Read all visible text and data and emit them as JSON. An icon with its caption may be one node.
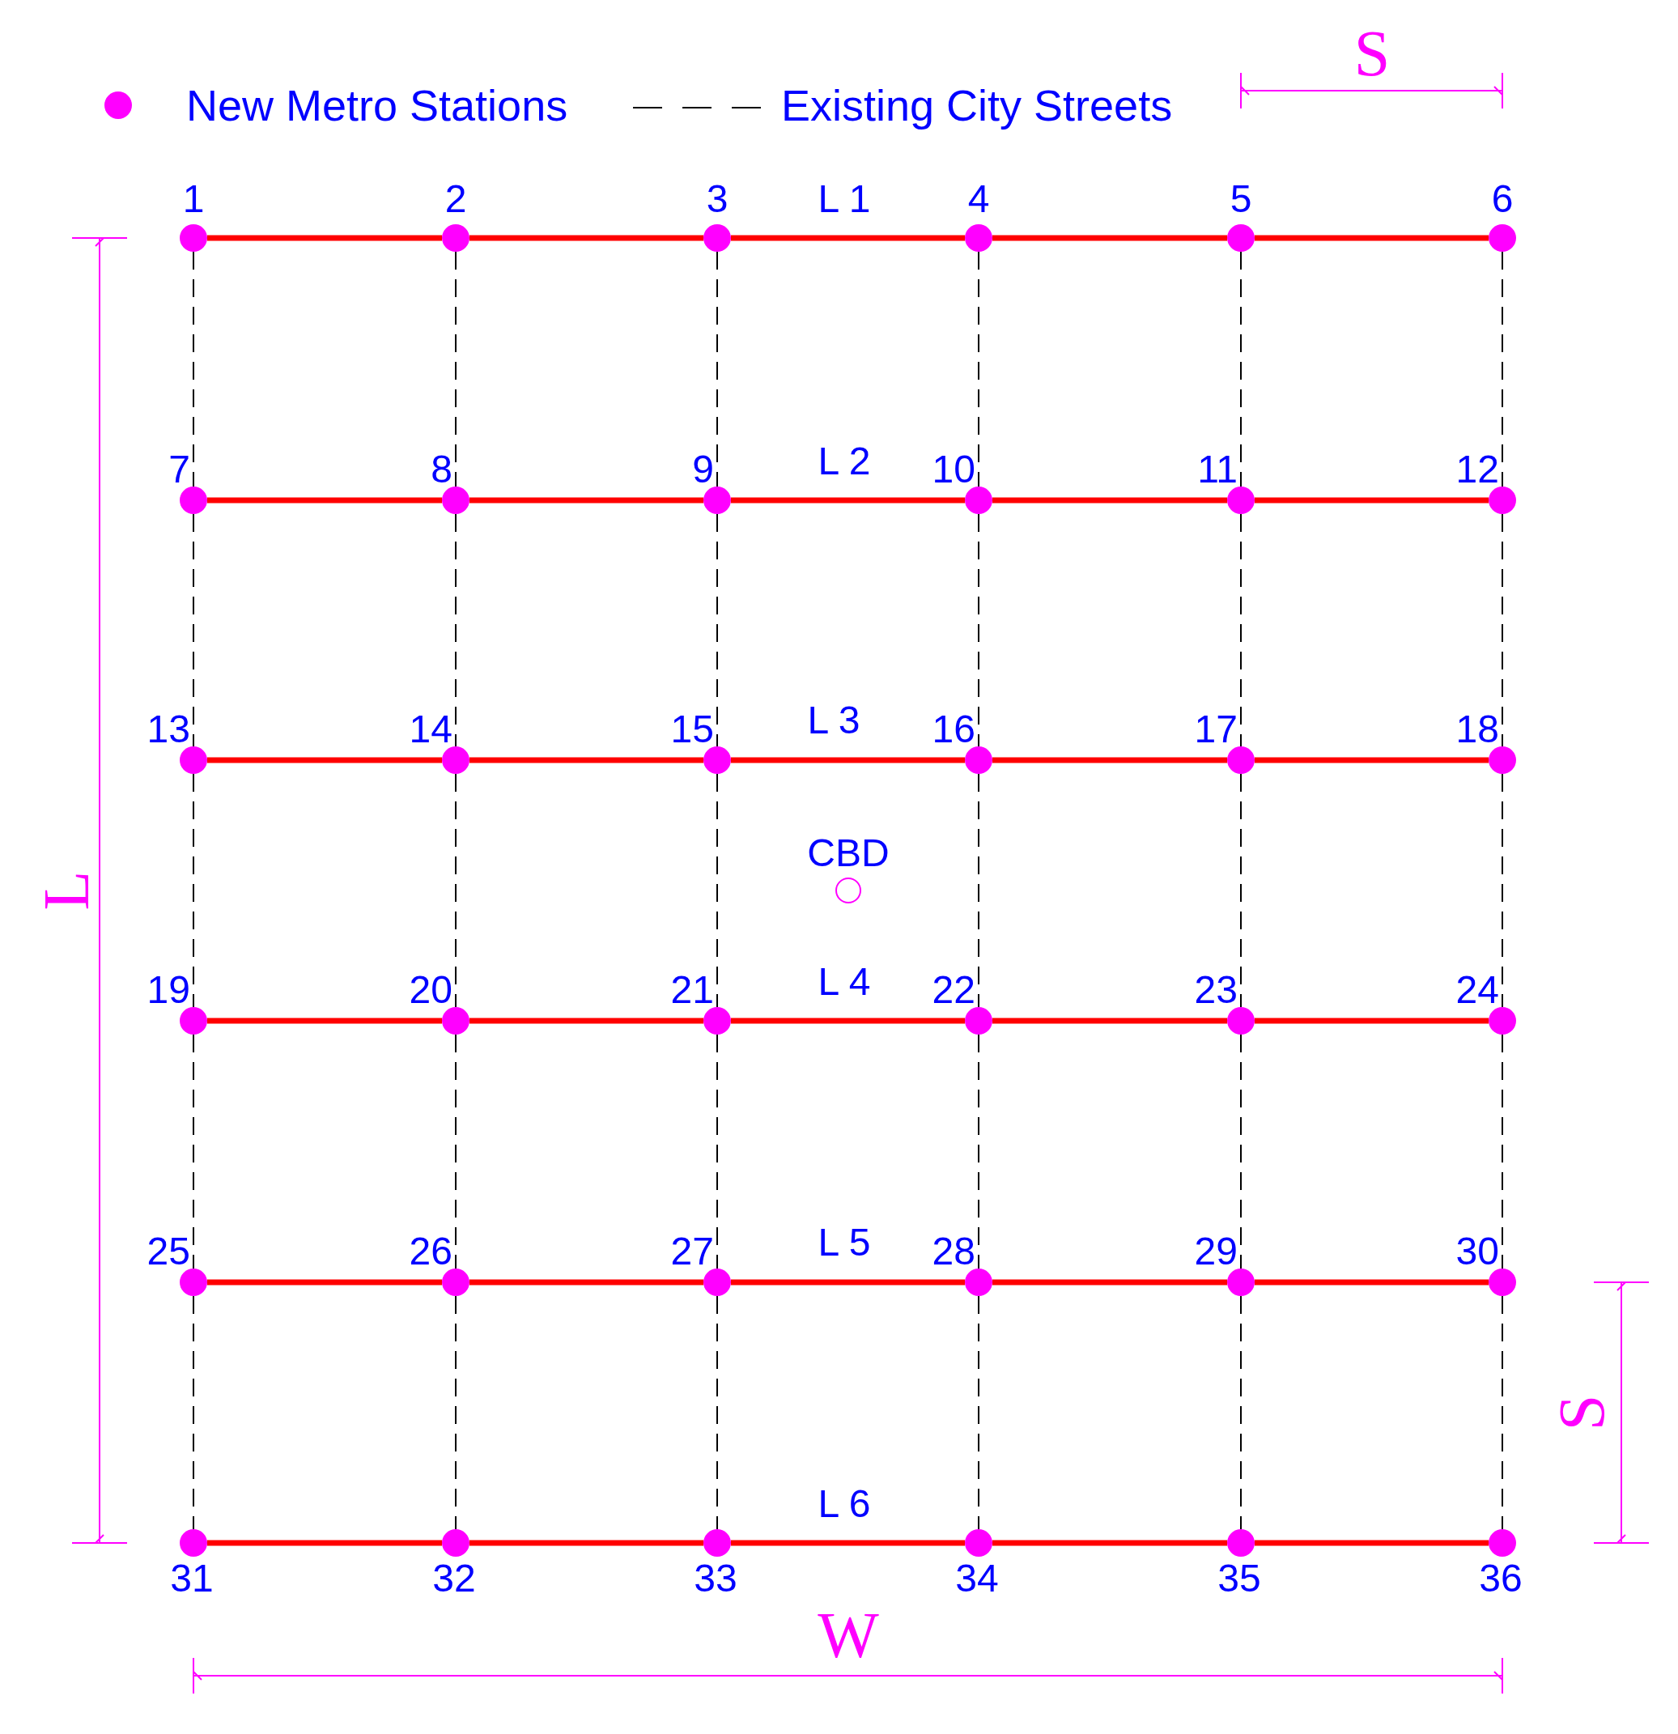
{
  "diagram": {
    "nodes": [
      {
        "text": [
          "1"
        ]
      },
      {
        "text": [
          "2"
        ]
      },
      {
        "text": [
          "3"
        ]
      },
      {
        "text": [
          "4"
        ]
      },
      {
        "text": [
          "5"
        ]
      },
      {
        "text": [
          "6"
        ]
      },
      {
        "text": [
          "7"
        ]
      },
      {
        "text": [
          "8"
        ]
      },
      {
        "text": [
          "9"
        ]
      },
      {
        "text": [
          "10"
        ]
      },
      {
        "text": [
          "11"
        ]
      },
      {
        "text": [
          "12"
        ]
      },
      {
        "text": [
          "13"
        ]
      },
      {
        "text": [
          "14"
        ]
      },
      {
        "text": [
          "15"
        ]
      },
      {
        "text": [
          "16"
        ]
      },
      {
        "text": [
          "17"
        ]
      },
      {
        "text": [
          "18"
        ]
      },
      {
        "text": [
          "19"
        ]
      },
      {
        "text": [
          "20"
        ]
      },
      {
        "text": [
          "21"
        ]
      },
      {
        "text": [
          "22"
        ]
      },
      {
        "text": [
          "23"
        ]
      },
      {
        "text": [
          "24"
        ]
      },
      {
        "text": [
          "25"
        ]
      },
      {
        "text": [
          "26"
        ]
      },
      {
        "text": [
          "27"
        ]
      },
      {
        "text": [
          "28"
        ]
      },
      {
        "text": [
          "29"
        ]
      },
      {
        "text": [
          "30"
        ]
      },
      {
        "text": [
          "31"
        ]
      },
      {
        "text": [
          "32"
        ]
      },
      {
        "text": [
          "33"
        ]
      },
      {
        "text": [
          "34"
        ]
      },
      {
        "text": [
          "35"
        ]
      },
      {
        "text": [
          "36"
        ]
      },
      {
        "text": [
          "CBD"
        ]
      }
    ],
    "edges": [
      {
        "from": 0,
        "to": 1,
        "arrow": "none",
        "style": "thick",
        "color": "#ff0000"
      },
      {
        "from": 1,
        "to": 2,
        "arrow": "none",
        "style": "thick",
        "color": "#ff0000"
      },
      {
        "from": 2,
        "to": 3,
        "arrow": "none",
        "style": "thick",
        "color": "#ff0000"
      },
      {
        "from": 3,
        "to": 4,
        "arrow": "none",
        "style": "thick",
        "color": "#ff0000"
      },
      {
        "from": 4,
        "to": 5,
        "arrow": "none",
        "style": "thick",
        "color": "#ff0000"
      },
      {
        "from": 6,
        "to": 7,
        "arrow": "none",
        "style": "thick",
        "color": "#ff0000"
      },
      {
        "from": 7,
        "to": 8,
        "arrow": "none",
        "style": "thick",
        "color": "#ff0000"
      },
      {
        "from": 8,
        "to": 9,
        "arrow": "none",
        "style": "thick",
        "color": "#ff0000"
      },
      {
        "from": 9,
        "to": 10,
        "arrow": "none",
        "style": "thick",
        "color": "#ff0000"
      },
      {
        "from": 10,
        "to": 11,
        "arrow": "none",
        "style": "thick",
        "color": "#ff0000"
      },
      {
        "from": 12,
        "to": 13,
        "arrow": "none",
        "style": "thick",
        "color": "#ff0000"
      },
      {
        "from": 13,
        "to": 14,
        "arrow": "none",
        "style": "thick",
        "color": "#ff0000"
      },
      {
        "from": 14,
        "to": 15,
        "arrow": "none",
        "style": "thick",
        "color": "#ff0000"
      },
      {
        "from": 15,
        "to": 16,
        "arrow": "none",
        "style": "thick",
        "color": "#ff0000"
      },
      {
        "from": 16,
        "to": 17,
        "arrow": "none",
        "style": "thick",
        "color": "#ff0000"
      },
      {
        "from": 18,
        "to": 19,
        "arrow": "none",
        "style": "thick",
        "color": "#ff0000"
      },
      {
        "from": 19,
        "to": 20,
        "arrow": "none",
        "style": "thick",
        "color": "#ff0000"
      },
      {
        "from": 20,
        "to": 21,
        "arrow": "none",
        "style": "thick",
        "color": "#ff0000"
      },
      {
        "from": 21,
        "to": 22,
        "arrow": "none",
        "style": "thick",
        "color": "#ff0000"
      },
      {
        "from": 22,
        "to": 23,
        "arrow": "none",
        "style": "thick",
        "color": "#ff0000"
      },
      {
        "from": 24,
        "to": 25,
        "arrow": "none",
        "style": "thick",
        "color": "#ff0000"
      },
      {
        "from": 25,
        "to": 26,
        "arrow": "none",
        "style": "thick",
        "color": "#ff0000"
      },
      {
        "from": 26,
        "to": 27,
        "arrow": "none",
        "style": "thick",
        "color": "#ff0000"
      },
      {
        "from": 27,
        "to": 28,
        "arrow": "none",
        "style": "thick",
        "color": "#ff0000"
      },
      {
        "from": 28,
        "to": 29,
        "arrow": "none",
        "style": "thick",
        "color": "#ff0000"
      },
      {
        "from": 30,
        "to": 31,
        "arrow": "none",
        "style": "thick",
        "color": "#ff0000"
      },
      {
        "from": 31,
        "to": 32,
        "arrow": "none",
        "style": "thick",
        "color": "#ff0000"
      },
      {
        "from": 32,
        "to": 33,
        "arrow": "none",
        "style": "thick",
        "color": "#ff0000"
      },
      {
        "from": 33,
        "to": 34,
        "arrow": "none",
        "style": "thick",
        "color": "#ff0000"
      },
      {
        "from": 34,
        "to": 35,
        "arrow": "none",
        "style": "thick",
        "color": "#ff0000"
      },
      {
        "from": 0,
        "to": 6,
        "arrow": "none",
        "style": "dashed",
        "color": "#000000"
      },
      {
        "from": 6,
        "to": 12,
        "arrow": "none",
        "style": "dashed",
        "color": "#000000"
      },
      {
        "from": 12,
        "to": 18,
        "arrow": "none",
        "style": "dashed",
        "color": "#000000"
      },
      {
        "from": 18,
        "to": 24,
        "arrow": "none",
        "style": "dashed",
        "color": "#000000"
      },
      {
        "from": 24,
        "to": 30,
        "arrow": "none",
        "style": "dashed",
        "color": "#000000"
      },
      {
        "from": 1,
        "to": 7,
        "arrow": "none",
        "style": "dashed",
        "color": "#000000"
      },
      {
        "from": 7,
        "to": 13,
        "arrow": "none",
        "style": "dashed",
        "color": "#000000"
      },
      {
        "from": 13,
        "to": 19,
        "arrow": "none",
        "style": "dashed",
        "color": "#000000"
      },
      {
        "from": 19,
        "to": 25,
        "arrow": "none",
        "style": "dashed",
        "color": "#000000"
      },
      {
        "from": 25,
        "to": 31,
        "arrow": "none",
        "style": "dashed",
        "color": "#000000"
      },
      {
        "from": 2,
        "to": 8,
        "arrow": "none",
        "style": "dashed",
        "color": "#000000"
      },
      {
        "from": 8,
        "to": 14,
        "arrow": "none",
        "style": "dashed",
        "color": "#000000"
      },
      {
        "from": 14,
        "to": 20,
        "arrow": "none",
        "style": "dashed",
        "color": "#000000"
      },
      {
        "from": 20,
        "to": 26,
        "arrow": "none",
        "style": "dashed",
        "color": "#000000"
      },
      {
        "from": 26,
        "to": 32,
        "arrow": "none",
        "style": "dashed",
        "color": "#000000"
      },
      {
        "from": 3,
        "to": 9,
        "arrow": "none",
        "style": "dashed",
        "color": "#000000"
      },
      {
        "from": 9,
        "to": 15,
        "arrow": "none",
        "style": "dashed",
        "color": "#000000"
      },
      {
        "from": 15,
        "to": 21,
        "arrow": "none",
        "style": "dashed",
        "color": "#000000"
      },
      {
        "from": 21,
        "to": 27,
        "arrow": "none",
        "style": "dashed",
        "color": "#000000"
      },
      {
        "from": 27,
        "to": 33,
        "arrow": "none",
        "style": "dashed",
        "color": "#000000"
      },
      {
        "from": 4,
        "to": 10,
        "arrow": "none",
        "style": "dashed",
        "color": "#000000"
      },
      {
        "from": 10,
        "to": 16,
        "arrow": "none",
        "style": "dashed",
        "color": "#000000"
      },
      {
        "from": 16,
        "to": 22,
        "arrow": "none",
        "style": "dashed",
        "color": "#000000"
      },
      {
        "from": 22,
        "to": 28,
        "arrow": "none",
        "style": "dashed",
        "color": "#000000"
      },
      {
        "from": 28,
        "to": 34,
        "arrow": "none",
        "style": "dashed",
        "color": "#000000"
      },
      {
        "from": 5,
        "to": 11,
        "arrow": "none",
        "style": "dashed",
        "color": "#000000"
      },
      {
        "from": 11,
        "to": 17,
        "arrow": "none",
        "style": "dashed",
        "color": "#000000"
      },
      {
        "from": 17,
        "to": 23,
        "arrow": "none",
        "style": "dashed",
        "color": "#000000"
      },
      {
        "from": 23,
        "to": 29,
        "arrow": "none",
        "style": "dashed",
        "color": "#000000"
      },
      {
        "from": 29,
        "to": 35,
        "arrow": "none",
        "style": "dashed",
        "color": "#000000"
      }
    ],
    "labels": [
      "S",
      "L 1",
      "L 2",
      "L 3",
      "L",
      "L 4",
      "L 5",
      "S",
      "L 6",
      "W"
    ],
    "legend": [
      {
        "text": "New Metro Stations",
        "color": "#ff00ff"
      },
      {
        "text": "Existing City Streets"
      }
    ]
  }
}
